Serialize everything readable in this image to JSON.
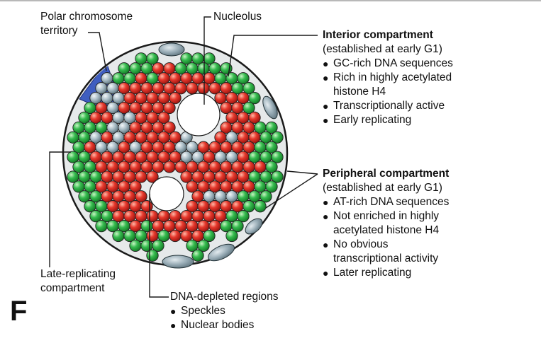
{
  "figure_letter": "F",
  "labels": {
    "polar_territory": [
      "Polar chromosome",
      "territory"
    ],
    "nucleolus": "Nucleolus",
    "late_replicating": [
      "Late-replicating",
      "compartment"
    ]
  },
  "interior": {
    "title": "Interior compartment",
    "subtitle": "(established at early G1)",
    "items": [
      [
        "GC-rich DNA sequences"
      ],
      [
        "Rich in highly acetylated",
        "histone H4"
      ],
      [
        "Transcriptionally active"
      ],
      [
        "Early replicating"
      ]
    ]
  },
  "peripheral": {
    "title": "Peripheral compartment",
    "subtitle": "(established at early G1)",
    "items": [
      [
        "AT-rich DNA sequences"
      ],
      [
        "Not enriched in highly",
        "acetylated histone H4"
      ],
      [
        "No obvious",
        "transcriptional activity"
      ],
      [
        "Later replicating"
      ]
    ]
  },
  "dna_depleted": {
    "title": "DNA-depleted regions",
    "items": [
      "Speckles",
      "Nuclear bodies"
    ]
  },
  "colors": {
    "nucleus_fill": "#e6e9ea",
    "red_foci": "#e0312a",
    "green_foci": "#2fb44a",
    "grey_foci": "#9fb3bd",
    "body_fill": "#8fa3ad",
    "polar_fill": "#3f5ec0"
  }
}
